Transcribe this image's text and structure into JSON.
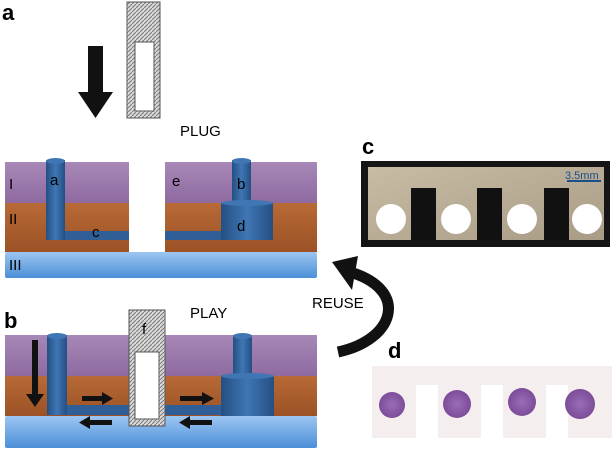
{
  "panels": {
    "a": "a",
    "b": "b",
    "c": "c",
    "d": "d"
  },
  "stages": {
    "plug": "PLUG",
    "play": "PLAY",
    "reuse": "REUSE"
  },
  "layers": {
    "top": "I",
    "middle": "II",
    "bottom": "III"
  },
  "features": {
    "inlet": "a",
    "outlet": "b",
    "channel": "c",
    "reservoir": "d",
    "slot": "e",
    "plug": "f"
  },
  "scale_bar": "3.5mm",
  "colors": {
    "layer_top": "#9a78ab",
    "layer_middle": "#b0602d",
    "layer_bottom": "#5fa0e6",
    "channel": "#2f5f96",
    "plug_hatch": "#7a7a7a",
    "photo_frame": "#1a1a1a",
    "paper": "#b9ad96",
    "stain": "#8a5aa6"
  }
}
